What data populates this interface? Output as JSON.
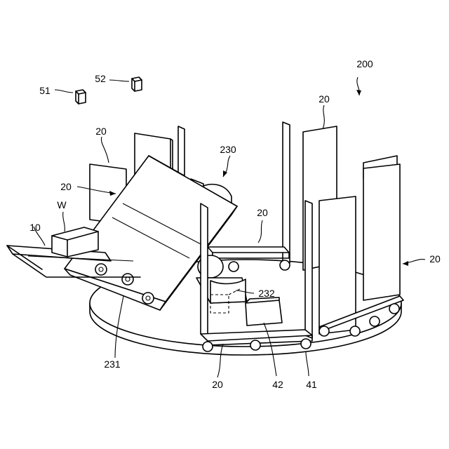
{
  "figure": {
    "labels": {
      "system": "200",
      "turntable": "41",
      "carrier": "20",
      "conveyor": "10",
      "workpiece": "W",
      "robot": "230",
      "tilt_unit": "231",
      "sensor": "232",
      "placed_workpiece": "42",
      "device_51": "51",
      "device_52": "52"
    }
  }
}
